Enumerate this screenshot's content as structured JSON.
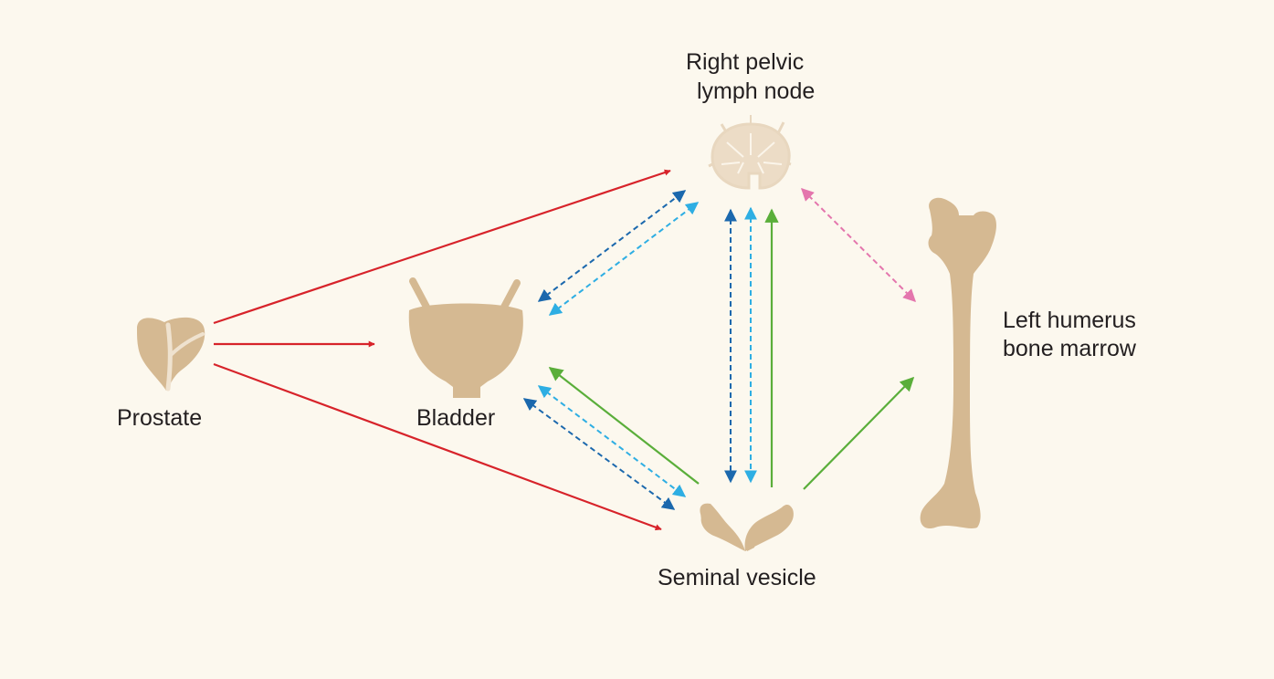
{
  "labels": {
    "prostate": "Prostate",
    "bladder": "Bladder",
    "lymph_node_line1": "Right pelvic",
    "lymph_node_line2": "lymph node",
    "bone_line1": "Left humerus",
    "bone_line2": "bone marrow",
    "seminal_vesicle": "Seminal vesicle"
  },
  "colors": {
    "background": "#fcf8ee",
    "organ": "#d5b992",
    "lymph_node": "#ecdcc6",
    "red": "#d7232a",
    "dark_blue": "#1b68ad",
    "light_blue": "#2eaee3",
    "green": "#5aae3a",
    "pink": "#e476ad"
  },
  "connections": [
    {
      "from": "prostate",
      "to": "lymph_node",
      "color": "red",
      "style": "solid",
      "direction": "one-way"
    },
    {
      "from": "prostate",
      "to": "bladder",
      "color": "red",
      "style": "solid",
      "direction": "one-way"
    },
    {
      "from": "prostate",
      "to": "seminal_vesicle",
      "color": "red",
      "style": "solid",
      "direction": "one-way"
    },
    {
      "from": "bladder",
      "to": "lymph_node",
      "color": "dark_blue",
      "style": "dashed",
      "direction": "two-way"
    },
    {
      "from": "bladder",
      "to": "lymph_node",
      "color": "light_blue",
      "style": "dashed",
      "direction": "two-way"
    },
    {
      "from": "bladder",
      "to": "seminal_vesicle",
      "color": "dark_blue",
      "style": "dashed",
      "direction": "two-way"
    },
    {
      "from": "bladder",
      "to": "seminal_vesicle",
      "color": "light_blue",
      "style": "dashed",
      "direction": "two-way"
    },
    {
      "from": "seminal_vesicle",
      "to": "bladder",
      "color": "green",
      "style": "solid",
      "direction": "one-way"
    },
    {
      "from": "lymph_node",
      "to": "seminal_vesicle",
      "color": "dark_blue",
      "style": "dashed",
      "direction": "two-way"
    },
    {
      "from": "lymph_node",
      "to": "seminal_vesicle",
      "color": "light_blue",
      "style": "dashed",
      "direction": "two-way"
    },
    {
      "from": "seminal_vesicle",
      "to": "lymph_node",
      "color": "green",
      "style": "solid",
      "direction": "one-way"
    },
    {
      "from": "lymph_node",
      "to": "bone",
      "color": "pink",
      "style": "dashed",
      "direction": "two-way"
    },
    {
      "from": "seminal_vesicle",
      "to": "bone",
      "color": "green",
      "style": "solid",
      "direction": "one-way"
    }
  ]
}
